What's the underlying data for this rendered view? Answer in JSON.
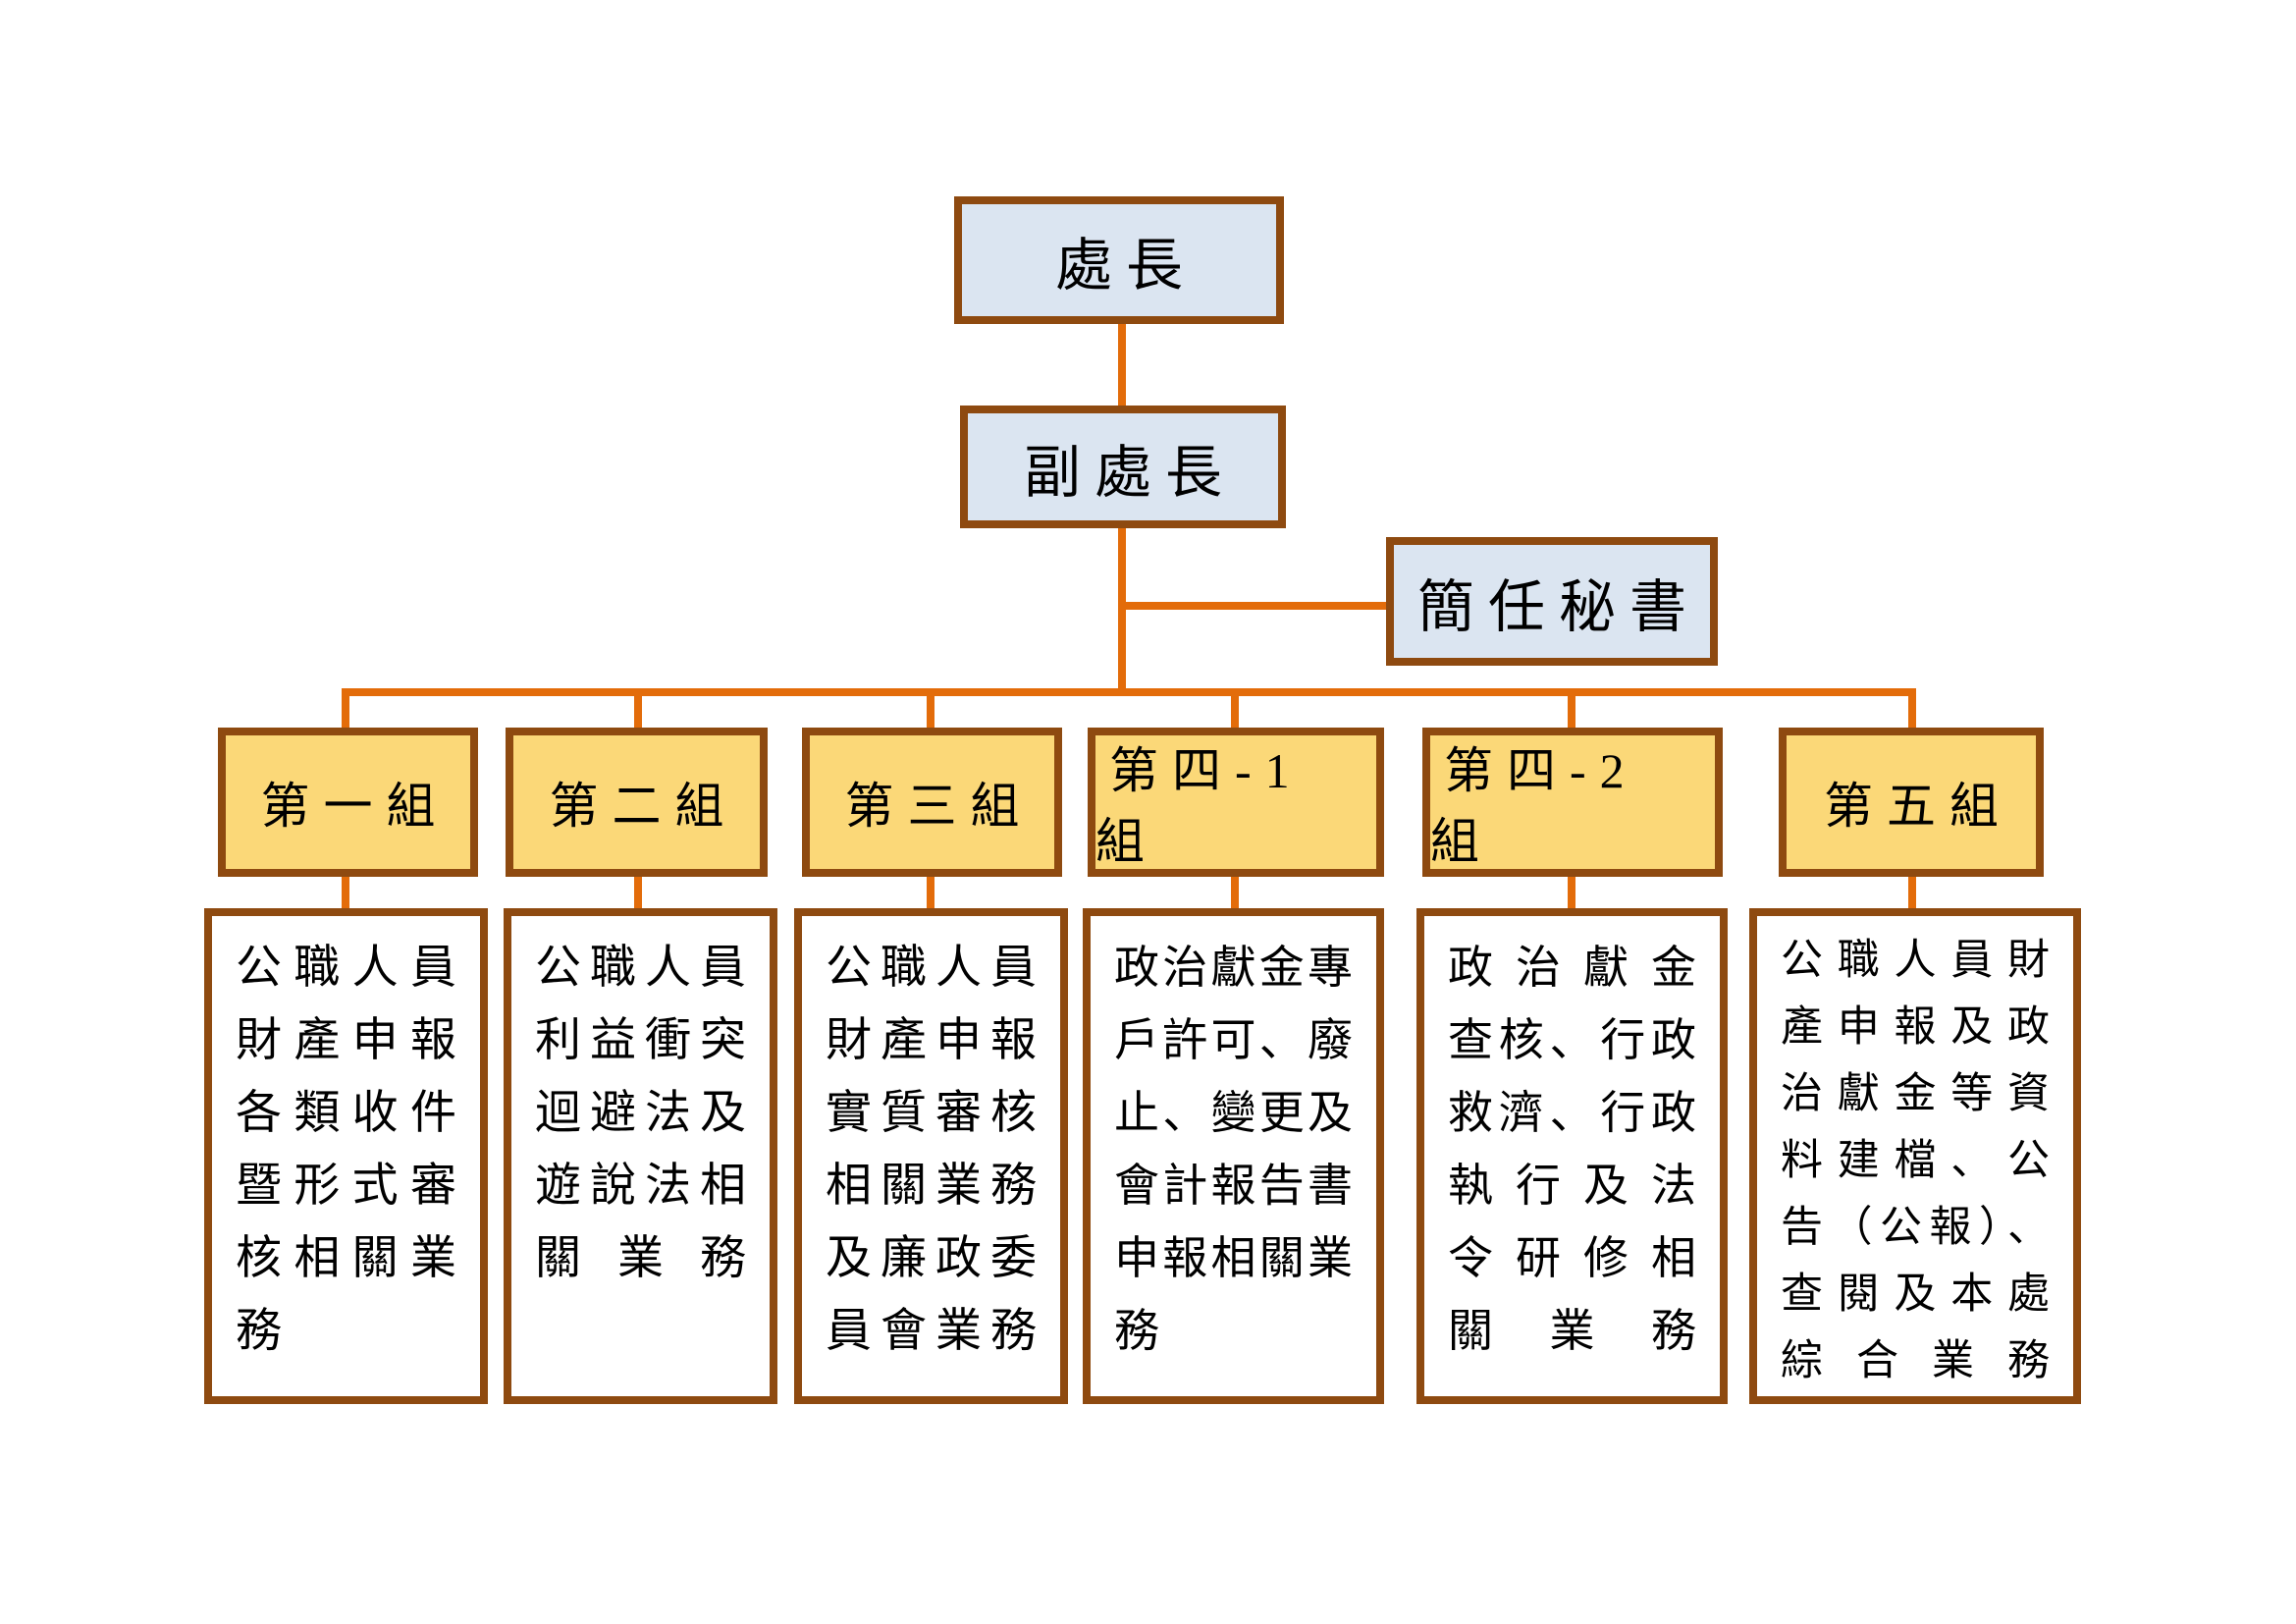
{
  "org": {
    "director": "處長",
    "deputy_director": "副處長",
    "senior_secretary": "簡任秘書",
    "groups": [
      {
        "name": "第一組",
        "duties": "公職人員\n財產申報\n各類收件\n暨形式審\n核相關業\n務"
      },
      {
        "name": "第二組",
        "duties": "公職人員\n利益衝突\n迴避法及\n遊說法相\n關業務"
      },
      {
        "name": "第三組",
        "duties": "公職人員\n財產申報\n實質審核\n相關業務\n及廉政委\n員會業務"
      },
      {
        "name": "第四-1 組",
        "duties": "政治獻金專\n戶許可、廢\n止、變更及\n會計報告書\n申報相關業\n務"
      },
      {
        "name": "第四-2 組",
        "duties": "政治獻金\n查核、行政\n救濟、行政\n執行及法\n令研修相\n關業務"
      },
      {
        "name": "第五組",
        "duties": "公職人員財\n產申報及政\n治獻金等資\n料建檔、公\n告（公報）、\n查閱及本處\n綜合業務"
      }
    ],
    "colors": {
      "connector": "#E36C0A",
      "box_border": "#8E4A10",
      "top_box_fill": "#DBE5F1",
      "group_box_fill": "#FBD878",
      "duties_box_fill": "#FFFFFF",
      "page_bg": "#FFFFFF",
      "text": "#000000"
    }
  }
}
